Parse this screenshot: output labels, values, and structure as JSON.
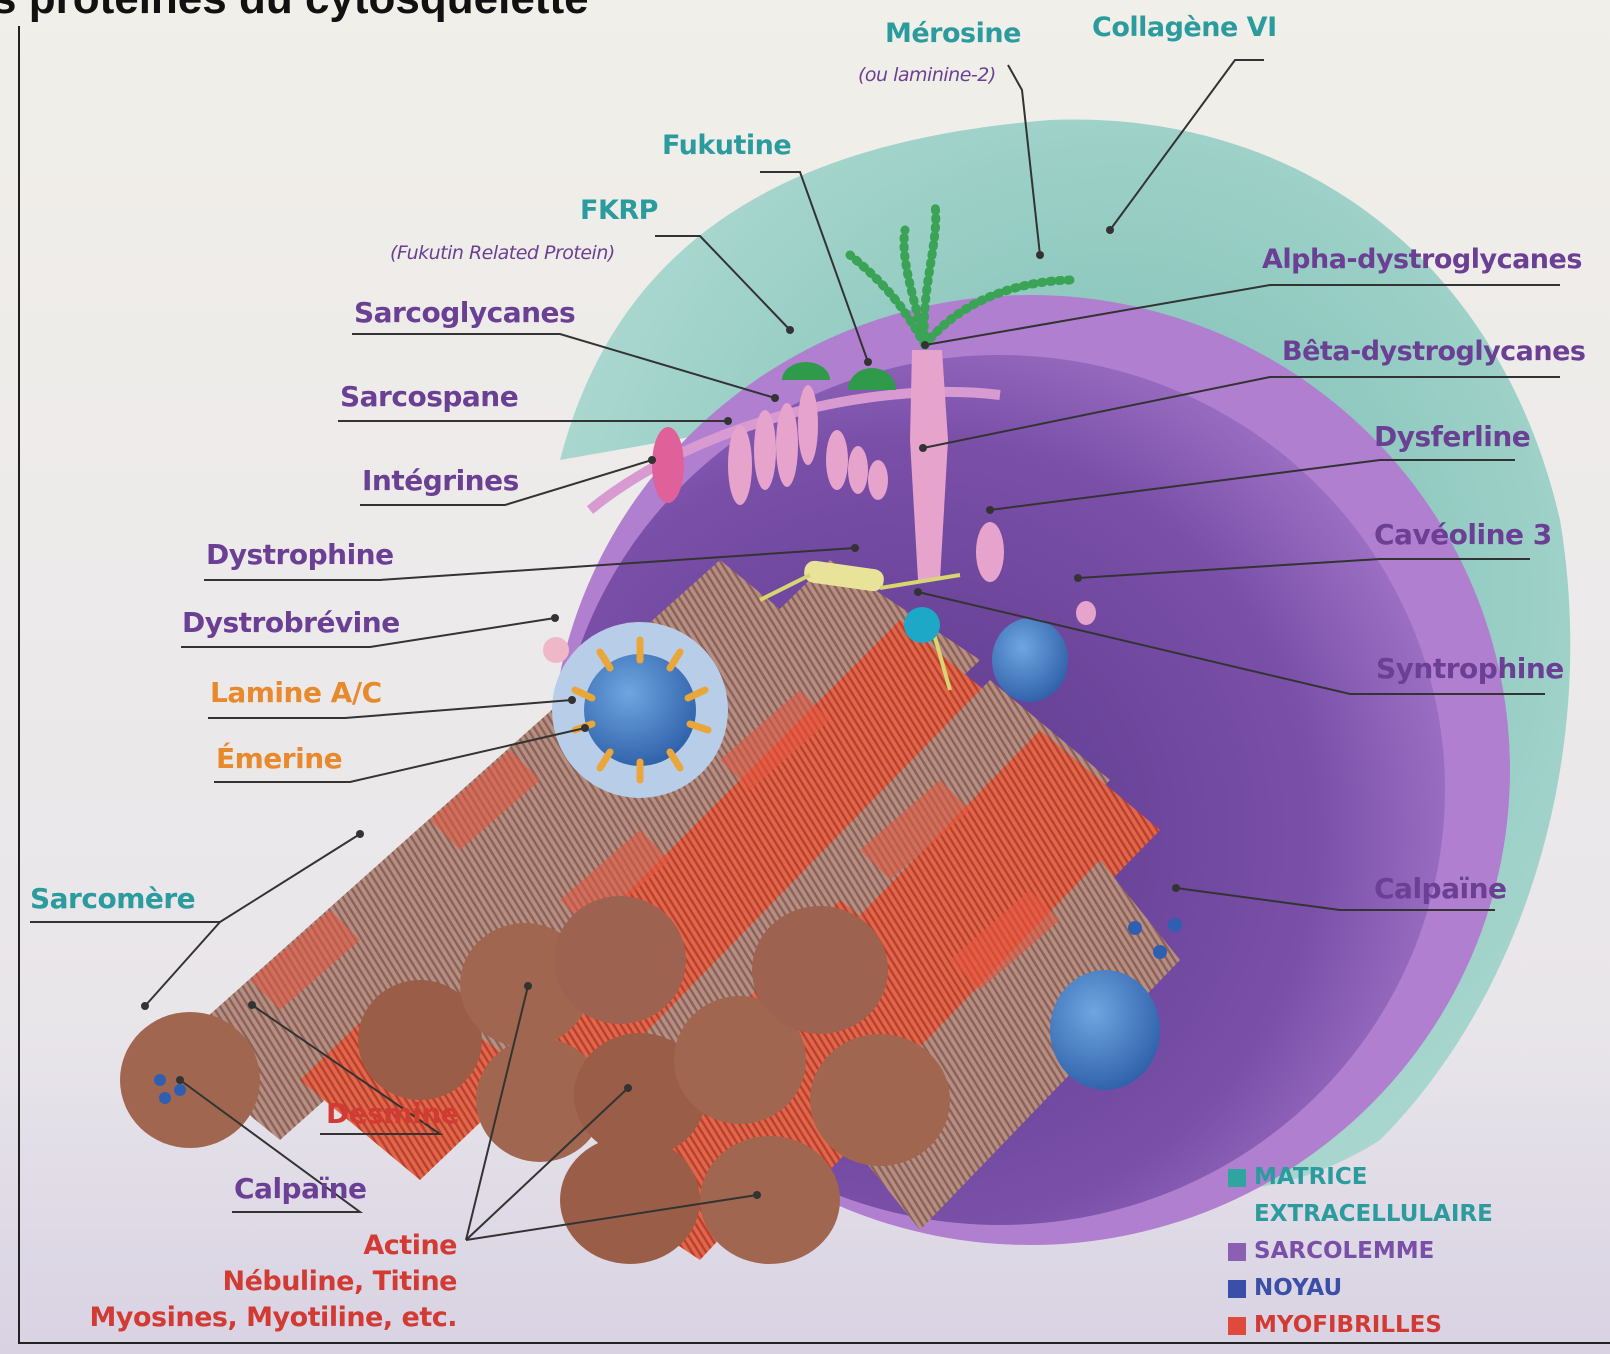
{
  "title": "s protéines du cytosquelette",
  "labels": {
    "merosine": "Mérosine",
    "merosine_sub": "(ou laminine-2)",
    "collagene": "Collagène VI",
    "fukutine": "Fukutine",
    "fkrp": "FKRP",
    "fkrp_sub": "(Fukutin Related Protein)",
    "sarcoglycanes": "Sarcoglycanes",
    "sarcospane": "Sarcospane",
    "integrines": "Intégrines",
    "dystrophine": "Dystrophine",
    "dystrobrevine": "Dystrobrévine",
    "lamine": "Lamine A/C",
    "emerine": "Émerine",
    "sarcomere": "Sarcomère",
    "desmine": "Desmine",
    "calpaine_left": "Calpaïne",
    "actine": "Actine",
    "nebuline": "Nébuline, Titine",
    "myosines": "Myosines, Myotiline, etc.",
    "alpha": "Alpha-dystroglycanes",
    "beta": "Bêta-dystroglycanes",
    "dysferline": "Dysferline",
    "caveoline": "Cavéoline 3",
    "syntrophine": "Syntrophine",
    "calpaine_right": "Calpaïne"
  },
  "legend": {
    "items": [
      {
        "label": "MATRICE",
        "color": "#2fa5a0"
      },
      {
        "label": "EXTRACELLULAIRE",
        "color": ""
      },
      {
        "label": "SARCOLEMME",
        "color": "#8b5fb3"
      },
      {
        "label": "NOYAU",
        "color": "#3b4fa8"
      },
      {
        "label": "MYOFIBRILLES",
        "color": "#e04a3c"
      }
    ]
  },
  "colors": {
    "teal": "#2c9b9d",
    "purple": "#6b3f93",
    "orange": "#e8892e",
    "red": "#d23a34",
    "matrix": "#7fc4b8",
    "sarcolemma": "#8e5cb8",
    "myofibril": "#c95a3e"
  }
}
